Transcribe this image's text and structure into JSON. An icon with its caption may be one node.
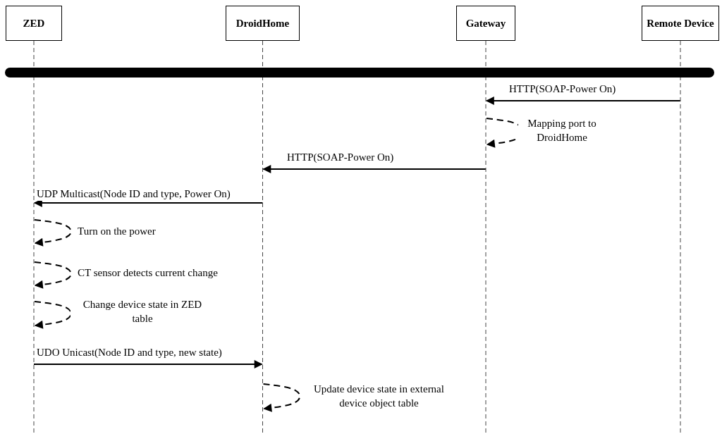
{
  "diagram": {
    "nodes": [
      {
        "text": [
          "ZED"
        ]
      },
      {
        "text": [
          "DroidHome"
        ]
      },
      {
        "text": [
          "Gateway"
        ]
      },
      {
        "text": [
          "Remote Device"
        ]
      },
      {
        "text": [],
        "shape": "bar"
      }
    ],
    "edges": [
      {
        "from": 3,
        "to": 2,
        "arrow": "to",
        "label": "HTTP(SOAP-Power On)"
      },
      {
        "from": 2,
        "to": 2,
        "arrow": "to",
        "label": "Mapping port to DroidHome",
        "style": "dashed"
      },
      {
        "from": 2,
        "to": 1,
        "arrow": "to",
        "label": "HTTP(SOAP-Power On)"
      },
      {
        "from": 1,
        "to": 0,
        "arrow": "to",
        "label": "UDP Multicast(Node ID and type, Power On)"
      },
      {
        "from": 0,
        "to": 0,
        "arrow": "to",
        "label": "Turn on the power",
        "style": "dashed"
      },
      {
        "from": 0,
        "to": 0,
        "arrow": "to",
        "label": "CT sensor detects current change",
        "style": "dashed"
      },
      {
        "from": 0,
        "to": 0,
        "arrow": "to",
        "label": "Change device state in ZED table",
        "style": "dashed"
      },
      {
        "from": 0,
        "to": 1,
        "arrow": "to",
        "label": "UDO Unicast(Node ID and type, new state)"
      },
      {
        "from": 1,
        "to": 1,
        "arrow": "to",
        "label": "Update device state in external device object table",
        "style": "dashed"
      }
    ]
  }
}
